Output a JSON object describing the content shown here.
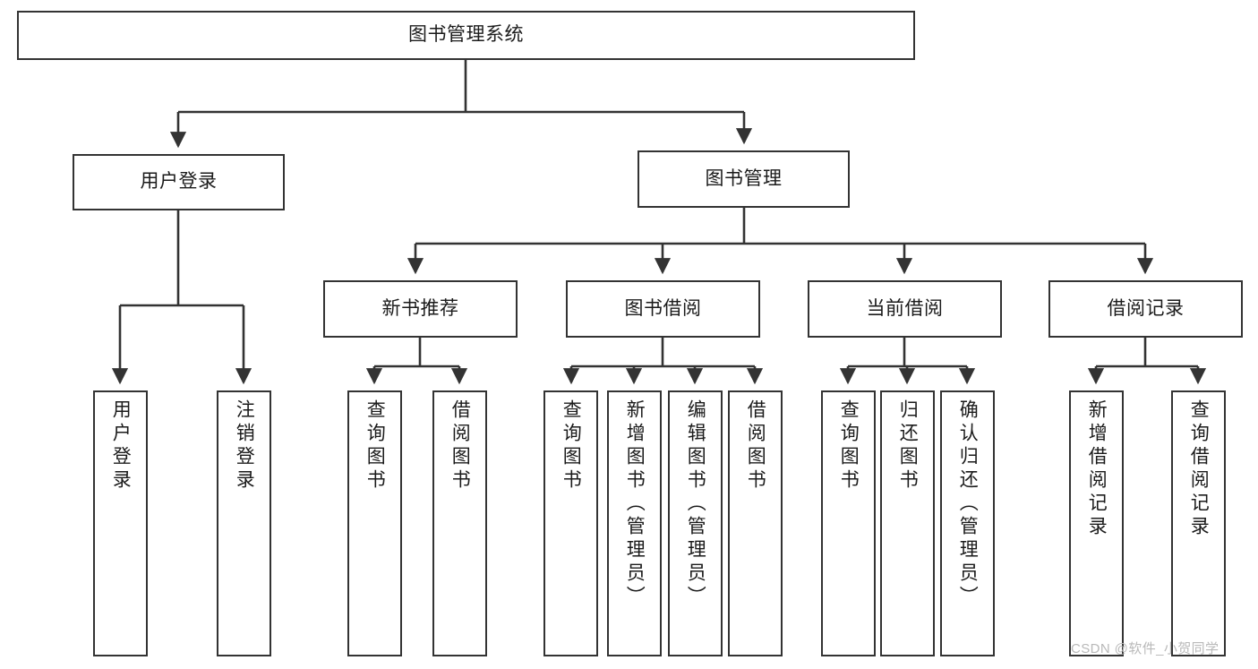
{
  "diagram": {
    "title": "图书管理系统",
    "type": "tree",
    "stroke_color": "#333333",
    "fill_color": "#ffffff",
    "text_color": "#1b1b1b"
  },
  "nodes": {
    "root": {
      "label": "图书管理系统"
    },
    "level2": [
      {
        "label": "用户登录"
      },
      {
        "label": "图书管理"
      }
    ],
    "level3": [
      {
        "label": "新书推荐"
      },
      {
        "label": "图书借阅"
      },
      {
        "label": "当前借阅"
      },
      {
        "label": "借阅记录"
      }
    ],
    "leaves": {
      "user_login": [
        {
          "label": "用户登录"
        },
        {
          "label": "注销登录"
        }
      ],
      "new_book_recommend": [
        {
          "label": "查询图书"
        },
        {
          "label": "借阅图书"
        }
      ],
      "book_borrow": [
        {
          "label": "查询图书"
        },
        {
          "label": "新增图书（管理员）"
        },
        {
          "label": "编辑图书（管理员）"
        },
        {
          "label": "借阅图书"
        }
      ],
      "current_borrow": [
        {
          "label": "查询图书"
        },
        {
          "label": "归还图书"
        },
        {
          "label": "确认归还（管理员）"
        }
      ],
      "borrow_record": [
        {
          "label": "新增借阅记录"
        },
        {
          "label": "查询借阅记录"
        }
      ]
    }
  },
  "watermark": {
    "text": "CSDN @软件_小贺同学"
  }
}
